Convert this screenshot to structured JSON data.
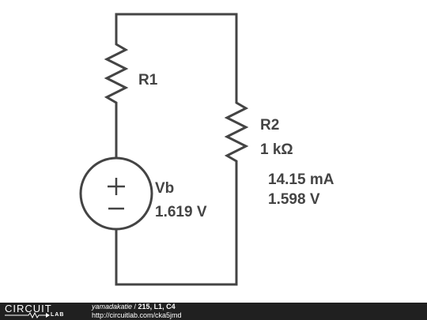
{
  "circuit": {
    "r1": {
      "name": "R1"
    },
    "r2": {
      "name": "R2",
      "value": "1 kΩ",
      "current": "14.15 mA",
      "voltage": "1.598 V"
    },
    "vb": {
      "name": "Vb",
      "value": "1.619 V"
    }
  },
  "footer": {
    "logo_word": "CIRCUIT",
    "logo_sub": "LAB",
    "author": "yamadakatie",
    "separator": " / ",
    "title": "215, L1, C4",
    "url": "http://circuitlab.com/cka5jmd"
  },
  "colors": {
    "wire": "#444444",
    "footer_bg": "#202020",
    "footer_text": "#ffffff"
  }
}
